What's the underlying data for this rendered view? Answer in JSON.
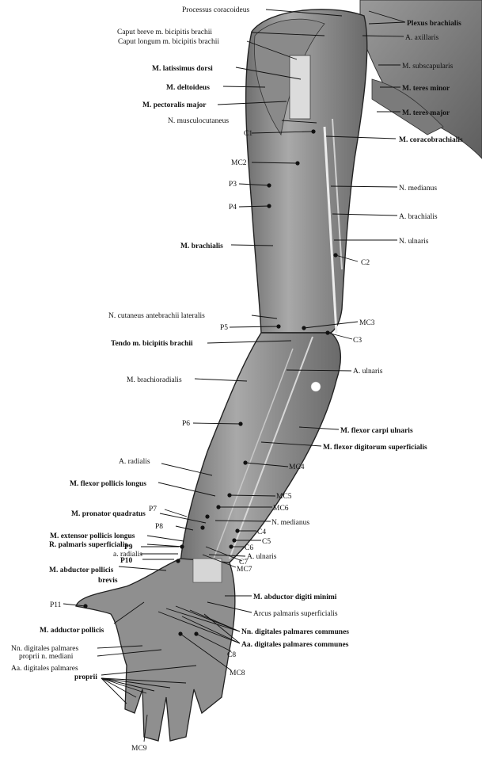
{
  "labels": {
    "processus_coracoideus": "Processus coracoideus",
    "plexus_brachialis": "Plexus brachialis",
    "caput_breve": "Caput breve m. bicipitis brachii",
    "caput_longum": "Caput longum m. bicipitis brachii",
    "a_axillaris": "A. axillaris",
    "m_subscapularis": "M. subscapularis",
    "m_latissimus": "M. latissimus dorsi",
    "m_deltoideus": "M. deltoideus",
    "m_teres_minor": "M. teres minor",
    "m_pectoralis": "M. pectoralis major",
    "m_teres_major": "M. teres major",
    "n_musculocutaneus": "N. musculocutaneus",
    "c1": "C1",
    "m_coracobrachialis": "M. coracobrachialis",
    "mc2": "MC2",
    "p3": "P3",
    "n_medianus_top": "N. medianus",
    "p4": "P4",
    "a_brachialis": "A. brachialis",
    "n_ulnaris": "N. ulnaris",
    "m_brachialis": "M. brachialis",
    "c2": "C2",
    "n_cutaneus": "N. cutaneus antebrachii lateralis",
    "mc3": "MC3",
    "p5": "P5",
    "tendo": "Tendo m. bicipitis brachii",
    "c3": "C3",
    "a_ulnaris_top": "A. ulnaris",
    "m_brachioradialis": "M. brachioradialis",
    "p6": "P6",
    "m_flexor_carpi": "M. flexor carpi ulnaris",
    "m_flexor_digitorum": "M. flexor digitorum superficialis",
    "a_radialis_top": "A. radialis",
    "mc4": "MC4",
    "m_flexor_pollicis": "M. flexor pollicis longus",
    "mc5": "MC5",
    "mc6": "MC6",
    "m_pronator": "M. pronator quadratus",
    "p7": "P7",
    "n_medianus_low": "N. medianus",
    "p8": "P8",
    "c4": "C4",
    "m_extensor": "M. extensor pollicis longus",
    "c5": "C5",
    "r_palmaris": "R. palmaris superficialis",
    "c6": "C6",
    "p9": "P9",
    "a_radialis_low": "a. radialis",
    "a_ulnaris_low": "A. ulnaris",
    "p10": "P10",
    "c7": "C7",
    "mc7": "MC7",
    "m_abductor_pollicis_1": "M. abductor pollicis",
    "m_abductor_pollicis_2": "brevis",
    "m_abductor_digiti": "M. abductor digiti minimi",
    "p11": "P11",
    "arcus": "Arcus palmaris superficialis",
    "m_adductor": "M. adductor pollicis",
    "nn_digitales_communes": "Nn. digitales palmares communes",
    "aa_digitales_communes": "Aa. digitales palmares communes",
    "nn_proprii_1": "Nn. digitales palmares",
    "nn_proprii_2": "proprii n. mediani",
    "c8": "C8",
    "aa_proprii_1": "Aa. digitales palmares",
    "aa_proprii_2": "proprii",
    "mc8": "MC8",
    "mc9": "MC9"
  }
}
